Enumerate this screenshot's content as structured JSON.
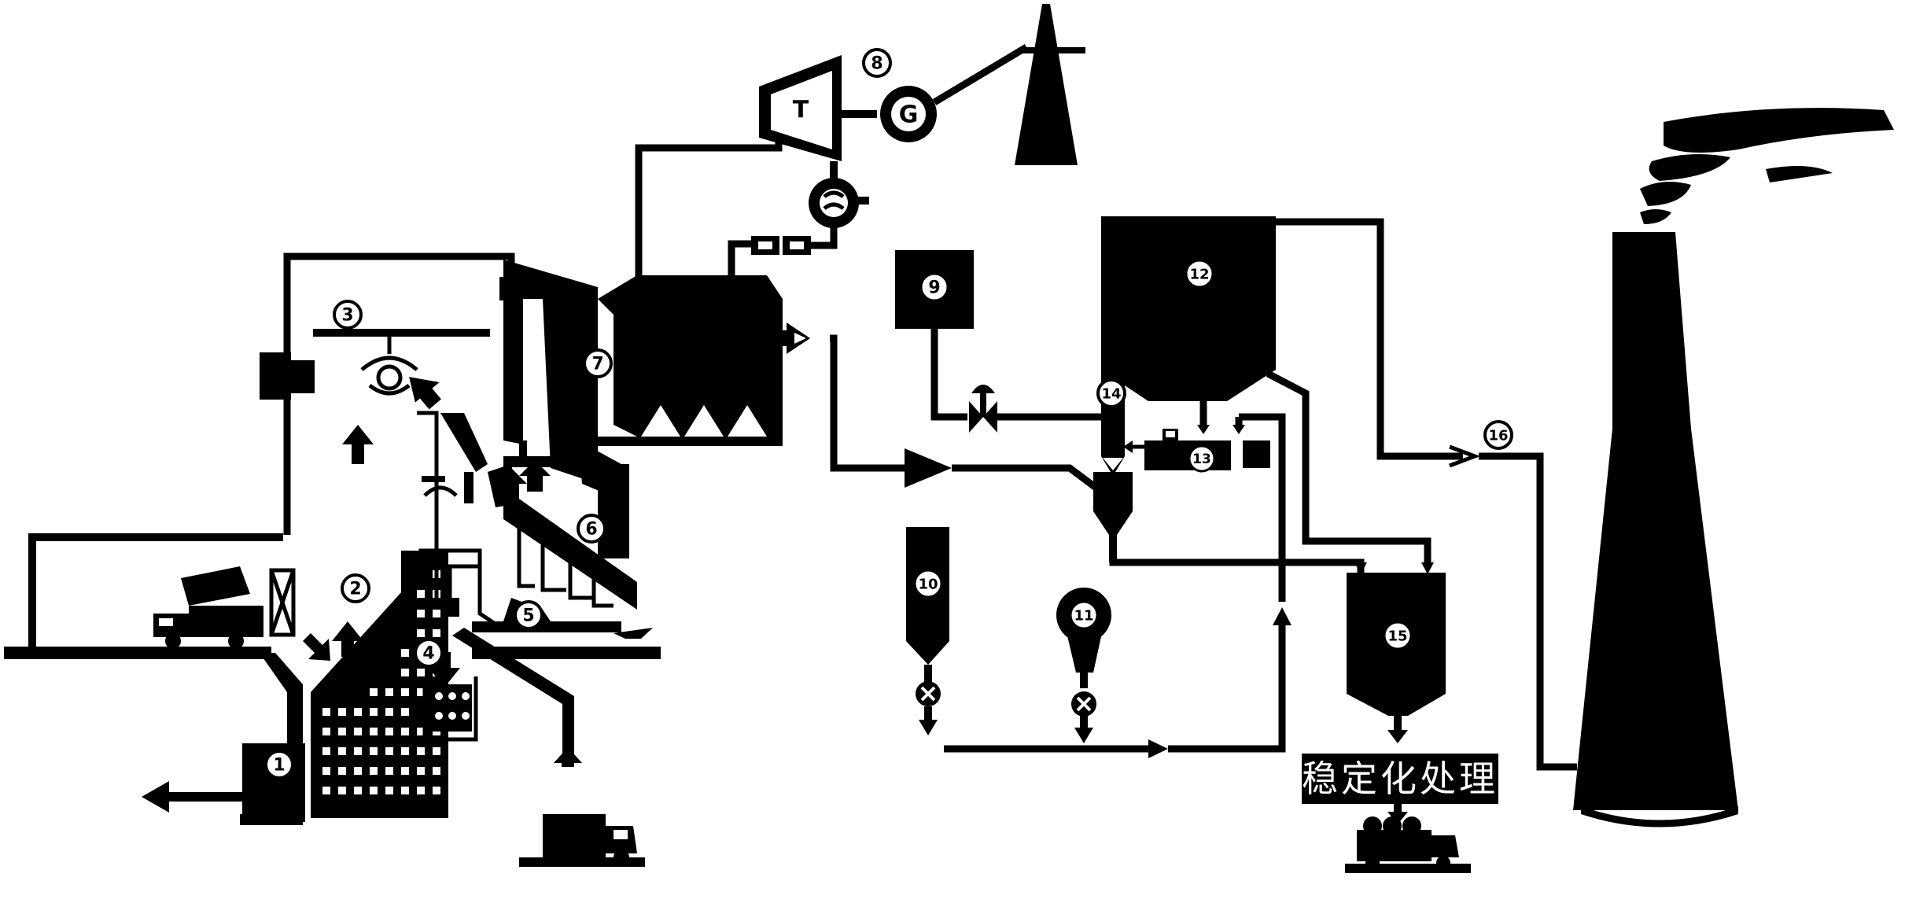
{
  "labels": {
    "n1": "1",
    "n2": "2",
    "n3": "3",
    "n4": "4",
    "n5": "5",
    "n6": "6",
    "n7": "7",
    "n8": "8",
    "n9": "9",
    "n10": "10",
    "n11": "11",
    "n12": "12",
    "n13": "13",
    "n14": "14",
    "n15": "15",
    "n16": "16"
  },
  "turbine_glyph": "T",
  "generator_glyph": "G",
  "stabilization_caption": "稳定化处理"
}
